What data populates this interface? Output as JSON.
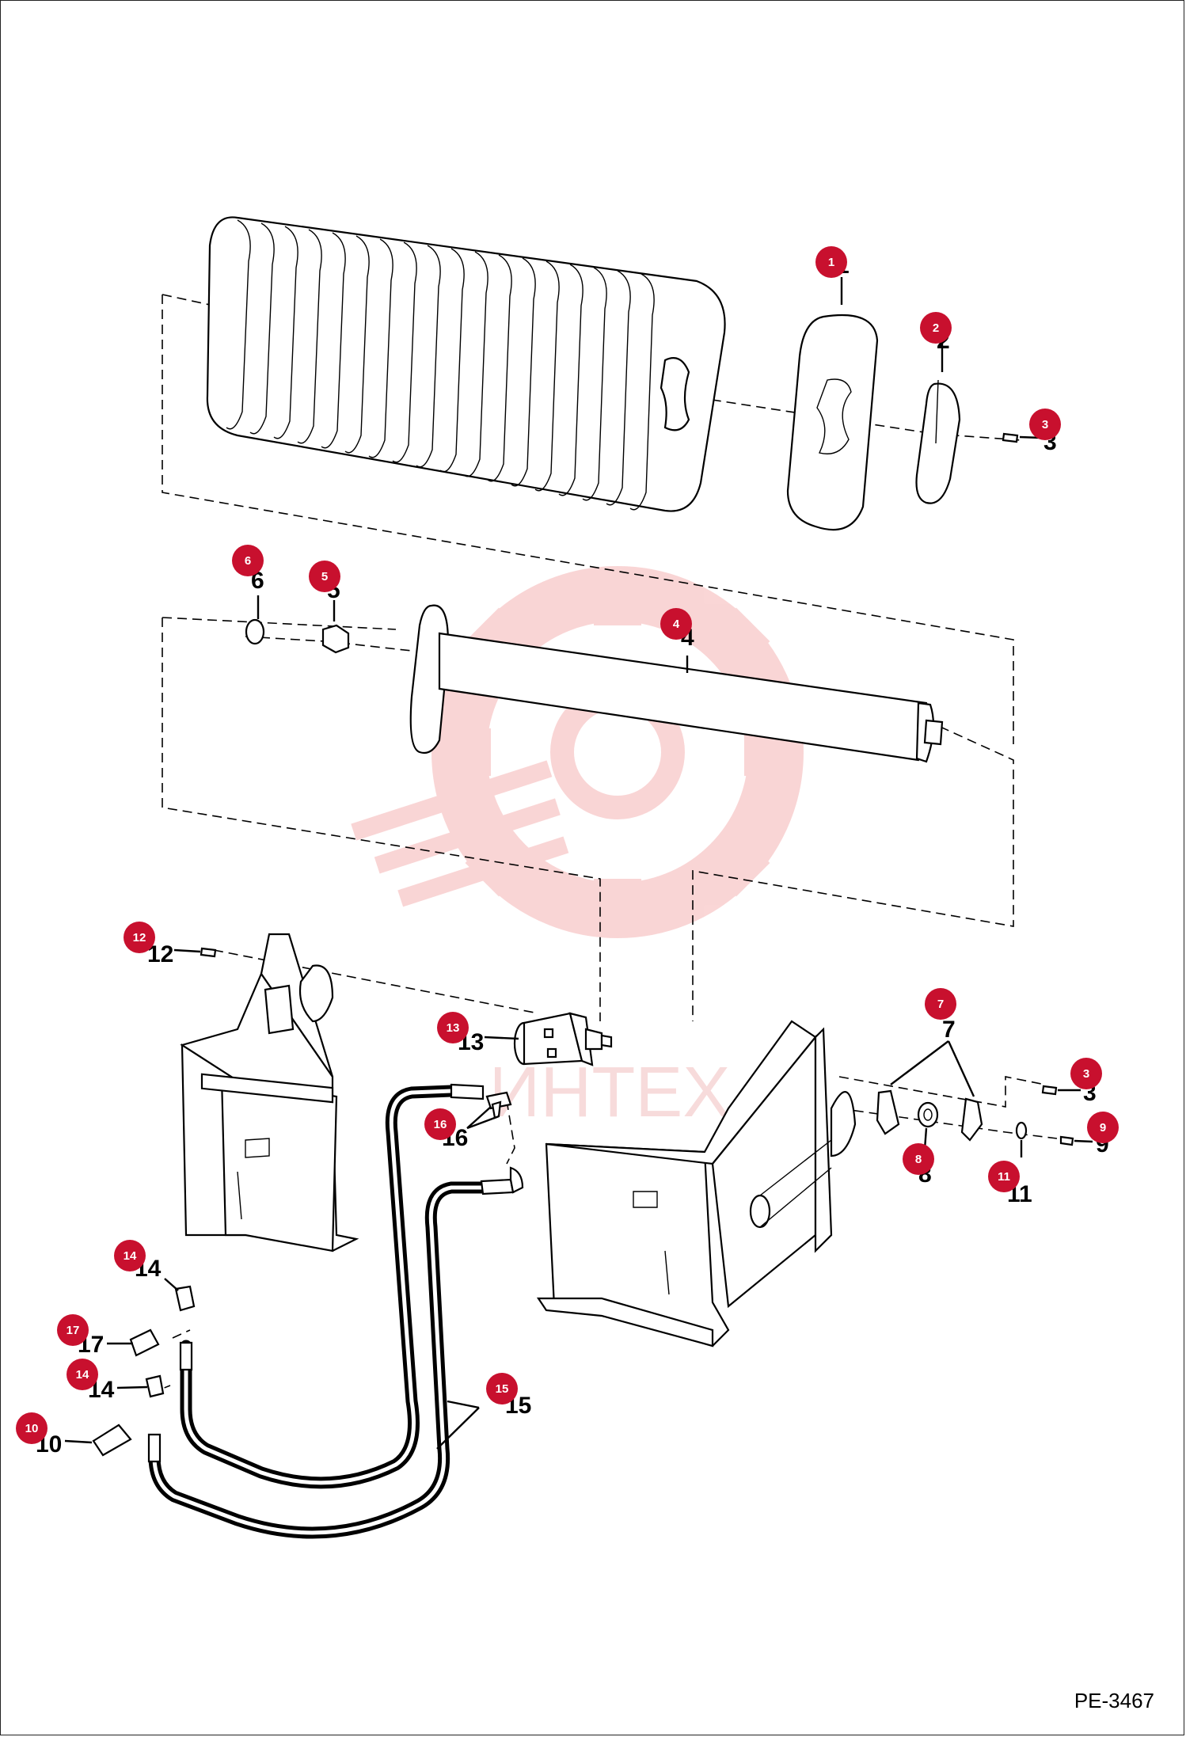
{
  "figure_code": "PE-3467",
  "watermark_text": "ИНТЕХ",
  "colors": {
    "bubble": "#c8102e",
    "watermark": "#f6b3b3",
    "line": "#000000"
  },
  "callouts": [
    {
      "id": 1,
      "label": "1"
    },
    {
      "id": 2,
      "label": "2"
    },
    {
      "id": 3,
      "label": "3"
    },
    {
      "id": "3b",
      "label": "3"
    },
    {
      "id": 4,
      "label": "4"
    },
    {
      "id": 5,
      "label": "5"
    },
    {
      "id": 6,
      "label": "6"
    },
    {
      "id": 7,
      "label": "7"
    },
    {
      "id": 8,
      "label": "8"
    },
    {
      "id": 9,
      "label": "9"
    },
    {
      "id": 10,
      "label": "10"
    },
    {
      "id": 11,
      "label": "11"
    },
    {
      "id": 12,
      "label": "12"
    },
    {
      "id": 13,
      "label": "13"
    },
    {
      "id": 14,
      "label": "14"
    },
    {
      "id": "14b",
      "label": "14"
    },
    {
      "id": 15,
      "label": "15"
    },
    {
      "id": 16,
      "label": "16"
    },
    {
      "id": 17,
      "label": "17"
    }
  ]
}
